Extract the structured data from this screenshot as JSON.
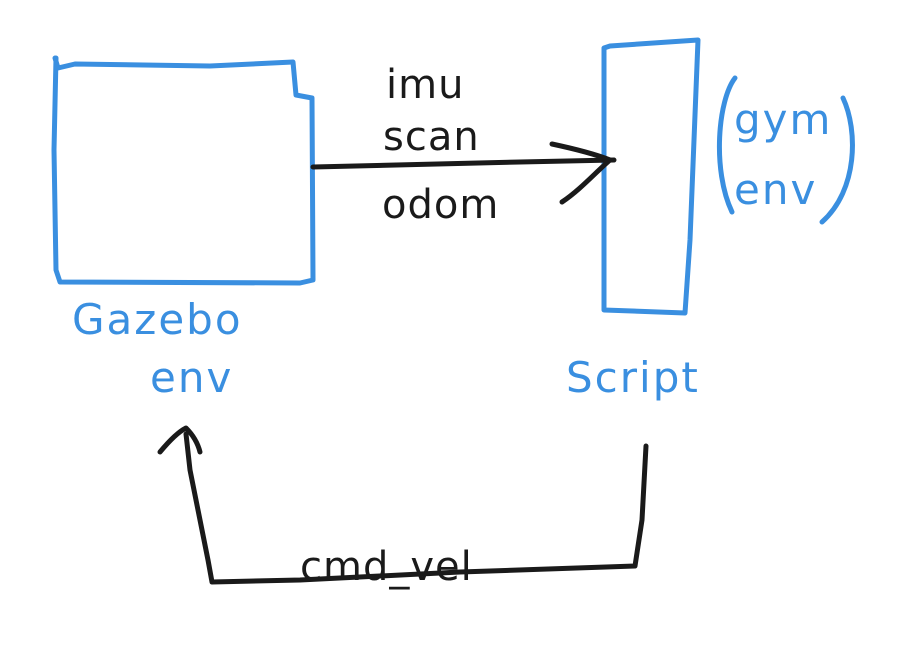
{
  "nodes": {
    "gazebo": {
      "line1": "Gazebo",
      "line2": "env"
    },
    "script": {
      "label": "Script",
      "annotation_line1": "gym",
      "annotation_line2": "env"
    }
  },
  "edges": {
    "gazebo_to_script": {
      "labels": [
        "imu",
        "scan",
        "odom"
      ]
    },
    "script_to_gazebo": {
      "label": "cmd_vel"
    }
  },
  "colors": {
    "boxes": "#3a8fe0",
    "arrows": "#1a1a1a"
  }
}
